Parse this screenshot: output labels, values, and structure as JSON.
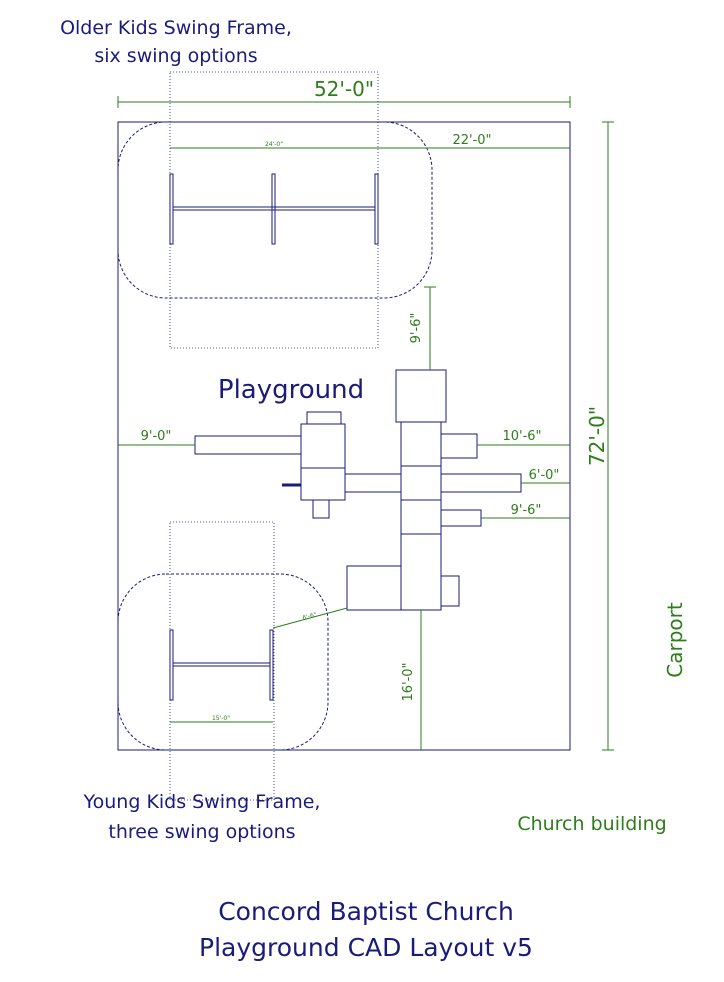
{
  "labels": {
    "older_line1": "Older Kids Swing Frame,",
    "older_line2": "six swing options",
    "young_line1": "Young Kids Swing Frame,",
    "young_line2": "three swing options",
    "playground": "Playground",
    "carport": "Carport",
    "church_building": "Church building",
    "title_line1": "Concord Baptist Church",
    "title_line2": "Playground CAD Layout v5"
  },
  "dimensions": {
    "total_width": "52'-0\"",
    "total_height": "72'-0\"",
    "top_right": "22'-0\"",
    "older_frame_width": "24'-0\"",
    "vertical_gap": "9'-6\"",
    "left_offset": "9'-0\"",
    "right_1": "10'-6\"",
    "right_2": "6'-0\"",
    "right_3": "9'-6\"",
    "bottom_offset": "16'-0\"",
    "young_frame_width": "15'-0\"",
    "diag": "6'-6\""
  },
  "colors": {
    "navy": "#1b1b7a",
    "green": "#2e7d1a"
  }
}
